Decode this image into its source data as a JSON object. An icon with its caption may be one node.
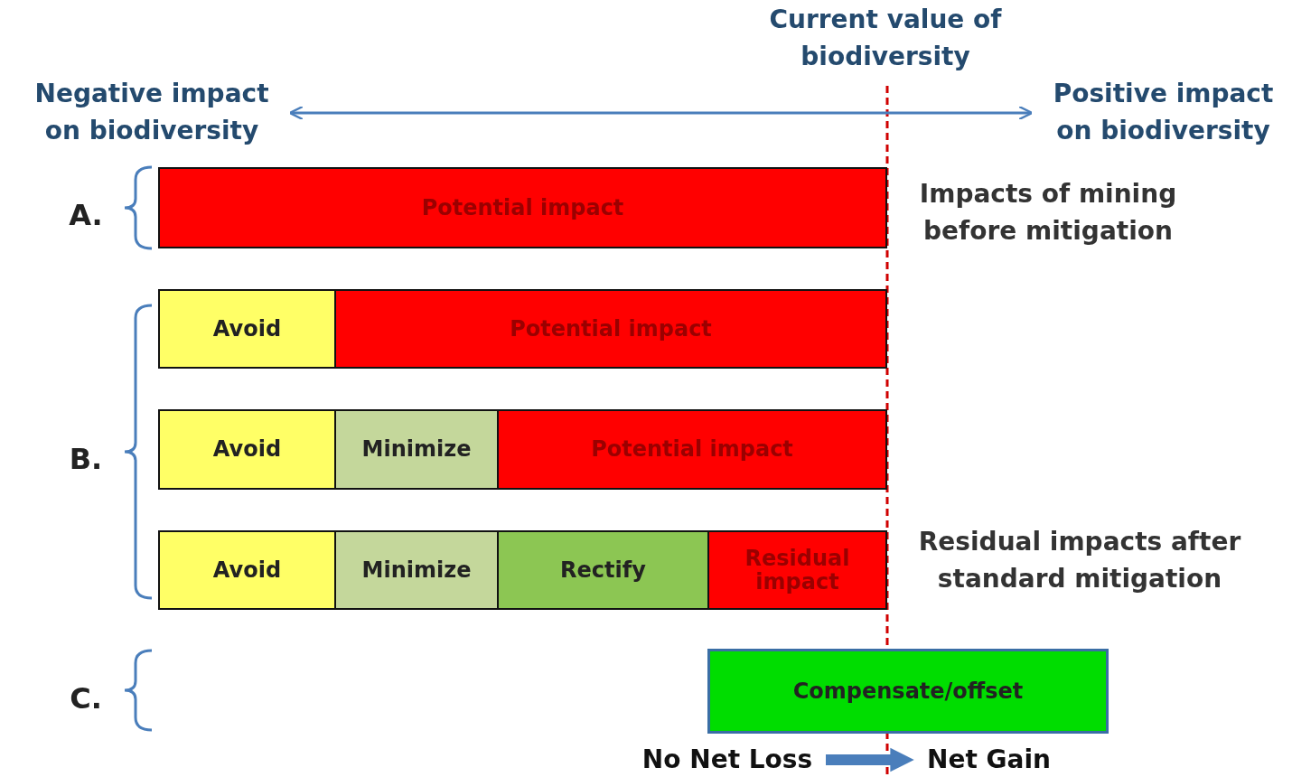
{
  "diagram": {
    "nodes": [
      {
        "text": [
          "Negative impact on biodiversity"
        ]
      },
      {
        "text": [
          "Positive impact on biodiversity"
        ]
      },
      {
        "text": [
          "Potential impact"
        ]
      },
      {
        "text": [
          "Avoid"
        ]
      },
      {
        "text": [
          "Potential impact"
        ]
      },
      {
        "text": [
          "Avoid"
        ]
      },
      {
        "text": [
          "Minimize"
        ]
      },
      {
        "text": [
          "Potential impact"
        ]
      },
      {
        "text": [
          "Avoid"
        ]
      },
      {
        "text": [
          "Minimize"
        ]
      },
      {
        "text": [
          "Rectify"
        ]
      },
      {
        "text": [
          "Residual impact"
        ]
      },
      {
        "text": [
          "Compensate/offset"
        ]
      },
      {
        "text": [
          "No Net Loss"
        ]
      },
      {
        "text": [
          "Net Gain"
        ]
      }
    ],
    "edges": [
      {
        "from": 0,
        "to": 1,
        "arrow": "both"
      },
      {
        "from": 13,
        "to": 14,
        "arrow": "to",
        "style": "thick"
      }
    ],
    "labels": [
      "Current value of biodiversity",
      "A.",
      "Impacts of mining before mitigation",
      "B.",
      "Residual impacts after standard mitigation",
      "C."
    ]
  }
}
